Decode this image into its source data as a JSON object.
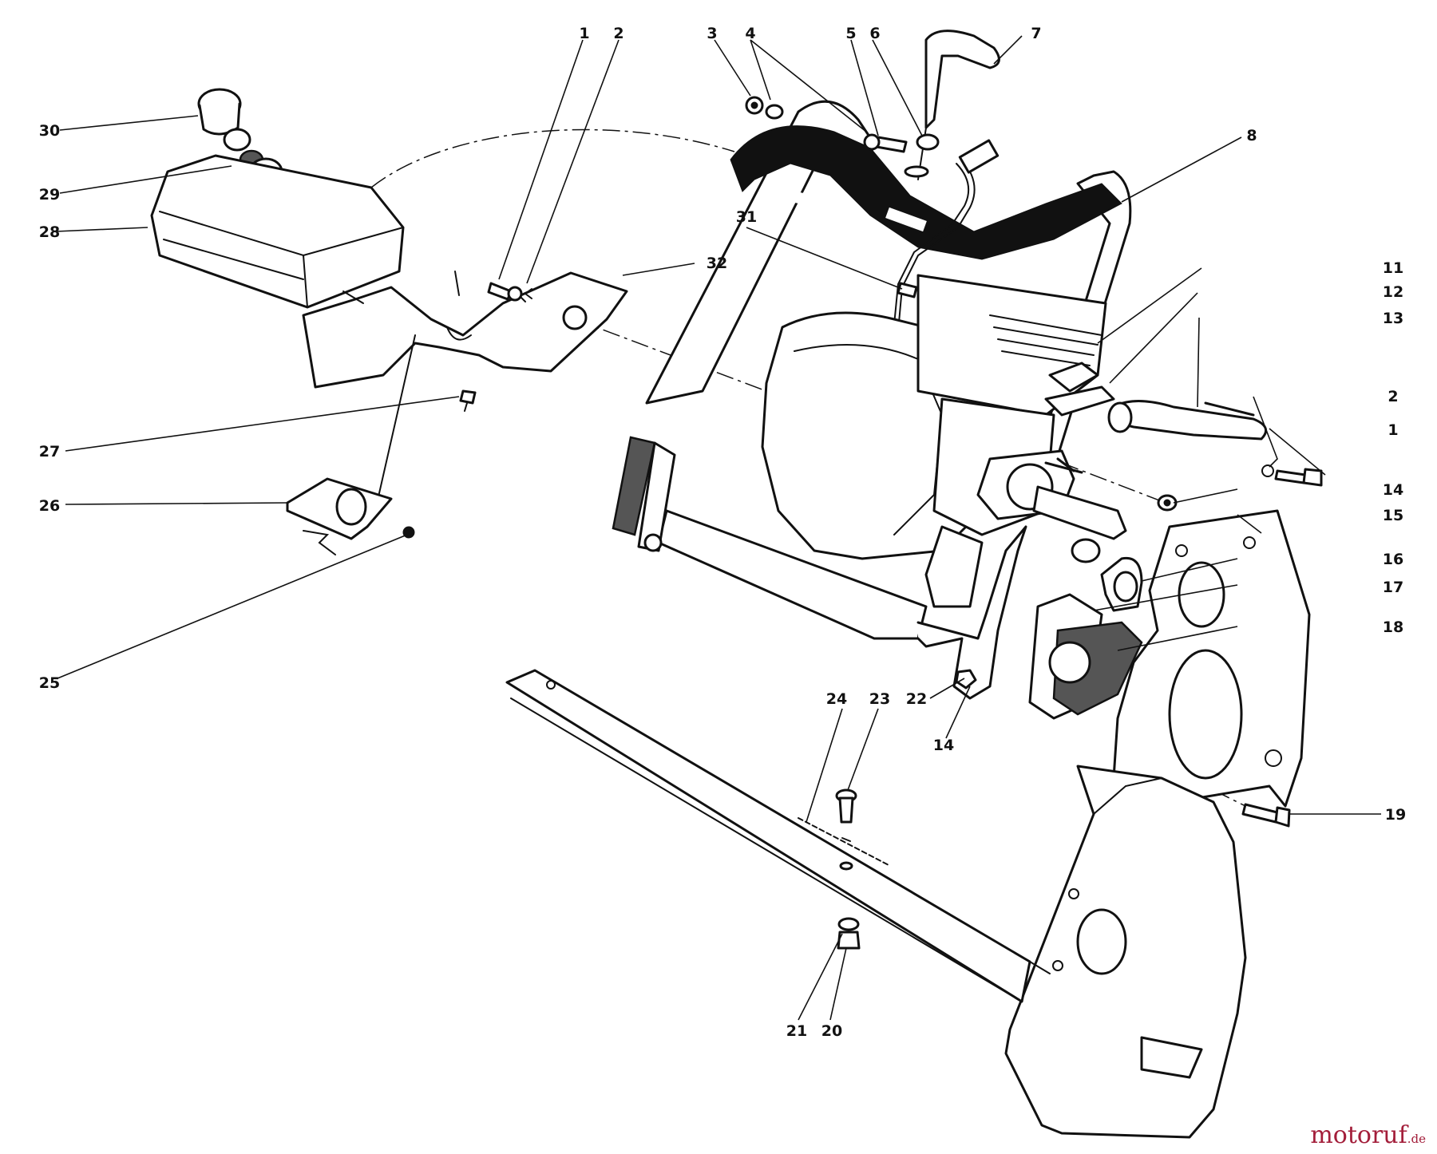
{
  "diagram": {
    "callouts": [
      {
        "id": "c1a",
        "label": "1"
      },
      {
        "id": "c2a",
        "label": "2"
      },
      {
        "id": "c3",
        "label": "3"
      },
      {
        "id": "c4",
        "label": "4"
      },
      {
        "id": "c5",
        "label": "5"
      },
      {
        "id": "c6",
        "label": "6"
      },
      {
        "id": "c7",
        "label": "7"
      },
      {
        "id": "c8",
        "label": "8"
      },
      {
        "id": "c30",
        "label": "30"
      },
      {
        "id": "c29",
        "label": "29"
      },
      {
        "id": "c28",
        "label": "28"
      },
      {
        "id": "c31",
        "label": "31"
      },
      {
        "id": "c32",
        "label": "32"
      },
      {
        "id": "c11",
        "label": "11"
      },
      {
        "id": "c12",
        "label": "12"
      },
      {
        "id": "c13",
        "label": "13"
      },
      {
        "id": "c2b",
        "label": "2"
      },
      {
        "id": "c1b",
        "label": "1"
      },
      {
        "id": "c14a",
        "label": "14"
      },
      {
        "id": "c15",
        "label": "15"
      },
      {
        "id": "c16",
        "label": "16"
      },
      {
        "id": "c17",
        "label": "17"
      },
      {
        "id": "c18",
        "label": "18"
      },
      {
        "id": "c27",
        "label": "27"
      },
      {
        "id": "c26",
        "label": "26"
      },
      {
        "id": "c25",
        "label": "25"
      },
      {
        "id": "c24",
        "label": "24"
      },
      {
        "id": "c23",
        "label": "23"
      },
      {
        "id": "c22",
        "label": "22"
      },
      {
        "id": "c14b",
        "label": "14"
      },
      {
        "id": "c19",
        "label": "19"
      },
      {
        "id": "c21",
        "label": "21"
      },
      {
        "id": "c20",
        "label": "20"
      }
    ]
  },
  "watermark": {
    "text": "motoruf",
    "suffix": ".de",
    "color": "#a31e3a"
  }
}
